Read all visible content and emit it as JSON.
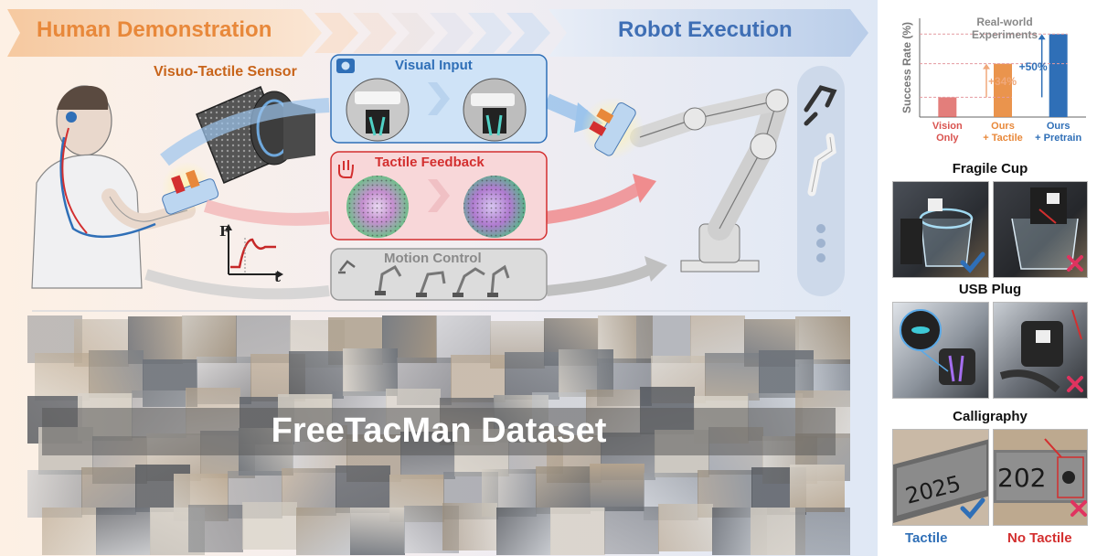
{
  "banner": {
    "left_title": "Human Demonstration",
    "right_title": "Robot Execution",
    "left_color": "#e8883a",
    "right_color": "#3f6fb5"
  },
  "sensor_label": "Visuo-Tactile Sensor",
  "boxes": {
    "visual": {
      "label": "Visual Input",
      "color": "#2f6fb7",
      "fill": "#cfe3f7",
      "icon": "camera-icon"
    },
    "tactile": {
      "label": "Tactile Feedback",
      "color": "#d32f2f",
      "fill": "#f8d7d9",
      "icon": "touch-hand-icon"
    },
    "motion": {
      "label": "Motion Control",
      "color": "#8a8a8a",
      "fill": "#dcdcdc",
      "icon": "robot-arm-icon"
    }
  },
  "force_plot": {
    "y_axis": "F",
    "x_axis": "t"
  },
  "dataset_label": "FreeTacMan Dataset",
  "chart": {
    "title_line1": "Real-world",
    "title_line2": "Experiments",
    "ylabel": "Success Rate (%)",
    "annotations": [
      "+34%",
      "+50%"
    ],
    "categories": [
      {
        "line1": "Vision",
        "line2": "Only",
        "color": "#d9534f"
      },
      {
        "line1": "Ours",
        "line2": "+ Tactile",
        "color": "#e8883a"
      },
      {
        "line1": "Ours",
        "line2": "+ Pretrain",
        "color": "#2f6fb7"
      }
    ]
  },
  "chart_data": {
    "type": "bar",
    "title": "Real-world Experiments",
    "ylabel": "Success Rate (%)",
    "categories": [
      "Vision Only",
      "Ours + Tactile",
      "Ours + Pretrain"
    ],
    "values": [
      20,
      54,
      84
    ],
    "ylim": [
      0,
      100
    ],
    "annotations": [
      {
        "text": "+34%",
        "from": "Vision Only",
        "to": "Ours + Tactile"
      },
      {
        "text": "+50%",
        "from": "Vision Only",
        "to": "Ours + Pretrain"
      }
    ],
    "grid": false
  },
  "tasks": [
    {
      "title": "Fragile Cup"
    },
    {
      "title": "USB Plug"
    },
    {
      "title": "Calligraphy"
    }
  ],
  "legend": {
    "tactile": "Tactile",
    "no_tactile": "No Tactile",
    "tactile_color": "#2f6fb7",
    "no_tactile_color": "#d32f2f"
  }
}
